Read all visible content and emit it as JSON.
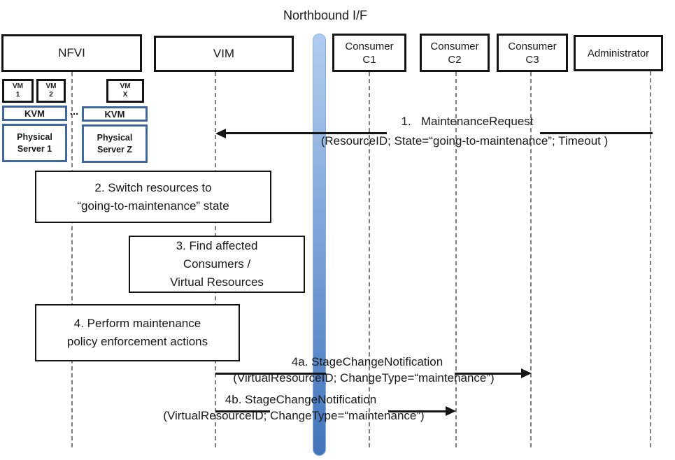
{
  "title": "Northbound I/F",
  "actors": {
    "nfvi": {
      "label": "NFVI"
    },
    "vim": {
      "label": "VIM"
    },
    "c1": {
      "line1": "Consumer",
      "line2": "C1"
    },
    "c2": {
      "line1": "Consumer",
      "line2": "C2"
    },
    "c3": {
      "line1": "Consumer",
      "line2": "C3"
    },
    "admin": {
      "label": "Administrator"
    }
  },
  "nfvi_internals": {
    "vm1": {
      "line1": "VM",
      "line2": "1"
    },
    "vm2": {
      "line1": "VM",
      "line2": "2"
    },
    "vmx": {
      "line1": "VM",
      "line2": "X"
    },
    "kvm1": {
      "label": "KVM"
    },
    "kvm2": {
      "label": "KVM"
    },
    "dots": "...",
    "ps1": {
      "line1": "Physical",
      "line2": "Server 1"
    },
    "psz": {
      "line1": "Physical",
      "line2": "Server Z"
    }
  },
  "messages": {
    "m1": {
      "title": "1.   MaintenanceRequest",
      "params": "(ResourceID; State=“going-to-maintenance”; Timeout )"
    },
    "m4a": {
      "title": "4a. StageChangeNotification",
      "params": "(VirtualResourceID; ChangeType=“maintenance”)"
    },
    "m4b": {
      "title": "4b. StageChangeNotification",
      "params": "(VirtualResourceID; ChangeType=“maintenance”)"
    }
  },
  "process_boxes": {
    "step2": {
      "line1": "2. Switch resources to",
      "line2": "“going-to-maintenance” state"
    },
    "step3": {
      "line1": "3. Find affected",
      "line2": "Consumers /",
      "line3": "Virtual Resources"
    },
    "step4": {
      "line1": "4. Perform maintenance",
      "line2": "policy enforcement actions"
    }
  },
  "colors": {
    "box_border_black": "#141414",
    "box_border_blue": "#41689C",
    "northbound_bar_top": "#A9C7EC",
    "northbound_bar_bottom": "#4A7CC0",
    "lifeline_gray": "#7F7F7F",
    "arrow_black": "#141414"
  }
}
